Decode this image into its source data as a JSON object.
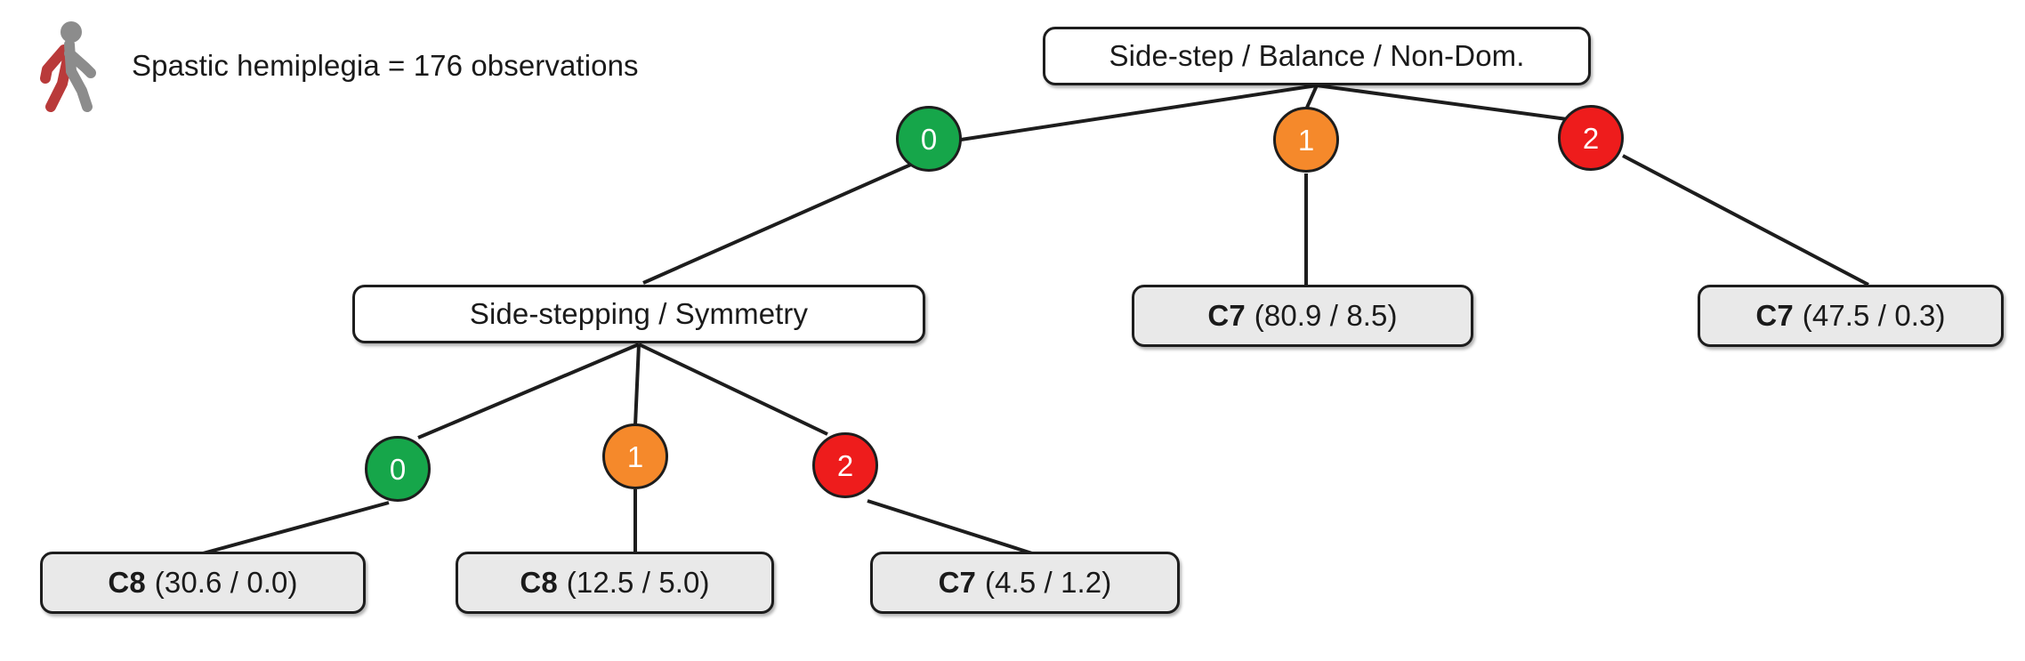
{
  "legend": {
    "icon": "walking-person-hemiplegia-icon",
    "text": "Spastic hemiplegia = 176 observations",
    "body_color": "#8c8c8c",
    "affected_color": "#b93a3a"
  },
  "palette": {
    "branch_0": "#16a64a",
    "branch_1": "#f5892b",
    "branch_2": "#ee1c1c",
    "edge": "#1d1d1d",
    "decision_fill": "#ffffff",
    "leaf_fill": "#e9e9e9",
    "border": "#1d1d1d",
    "text": "#1a1a1a"
  },
  "tree": {
    "root": {
      "label": "Side-step / Balance / Non-Dom."
    },
    "subnode": {
      "label": "Side-stepping / Symmetry"
    },
    "branches_level1": [
      {
        "value": "0",
        "color_key": "branch_0"
      },
      {
        "value": "1",
        "color_key": "branch_1"
      },
      {
        "value": "2",
        "color_key": "branch_2"
      }
    ],
    "branches_level2": [
      {
        "value": "0",
        "color_key": "branch_0"
      },
      {
        "value": "1",
        "color_key": "branch_1"
      },
      {
        "value": "2",
        "color_key": "branch_2"
      }
    ],
    "leaves": [
      {
        "class": "C7",
        "stats": "(80.9 / 8.5)"
      },
      {
        "class": "C7",
        "stats": "(47.5 / 0.3)"
      },
      {
        "class": "C8",
        "stats": "(30.6 / 0.0)"
      },
      {
        "class": "C8",
        "stats": "(12.5 / 5.0)"
      },
      {
        "class": "C7",
        "stats": "(4.5 / 1.2)"
      }
    ]
  }
}
